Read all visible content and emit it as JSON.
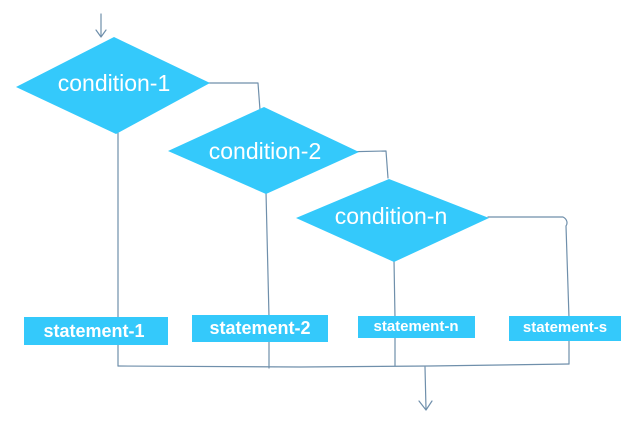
{
  "colors": {
    "shape_fill": "#34c9fb",
    "line": "#6f8fab",
    "text": "#ffffff"
  },
  "conditions": [
    {
      "label": "condition-1"
    },
    {
      "label": "condition-2"
    },
    {
      "label": "condition-n"
    }
  ],
  "statements": [
    {
      "label": "statement-1"
    },
    {
      "label": "statement-2"
    },
    {
      "label": "statement-n"
    },
    {
      "label": "statement-s"
    }
  ]
}
